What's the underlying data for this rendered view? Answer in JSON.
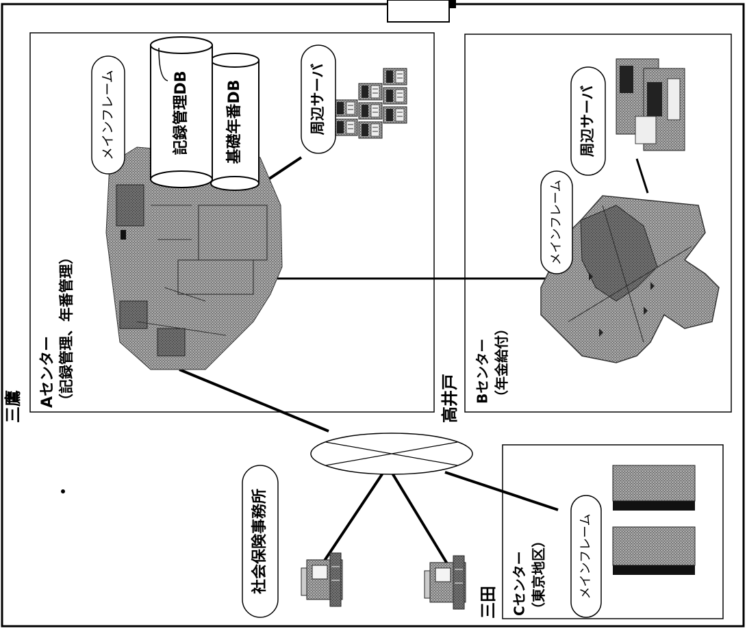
{
  "labels": {
    "mitaka": "三鷹",
    "takaido": "高井戸",
    "mita": "三田",
    "a_center": "Aセンター",
    "a_center_sub": "（記録管理、年番管理）",
    "b_center": "Bセンター",
    "b_center_sub": "（年金給付）",
    "c_center": "Cセンター",
    "c_center_sub": "（東京地区）",
    "mainframe_a": "メインフレーム",
    "mainframe_b": "メインフレーム",
    "mainframe_c": "メインフレーム",
    "peripheral_server_a": "周辺サーバ",
    "peripheral_server_b": "周辺サーバ",
    "records_db": "記録管理DB",
    "basic_pension_db": "基礎年番DB",
    "social_insurance_office": "社会保険事務所"
  },
  "icons": {
    "mainframe_a": "mainframe-cluster-icon",
    "mainframe_b": "mainframe-cross-icon",
    "mainframe_c": "mainframe-cabinet-icon",
    "server_a": "server-rack-icon",
    "server_b": "server-rack-icon",
    "db": "database-cylinder-icon",
    "network": "network-cloud-icon",
    "terminal": "desktop-terminal-icon"
  }
}
